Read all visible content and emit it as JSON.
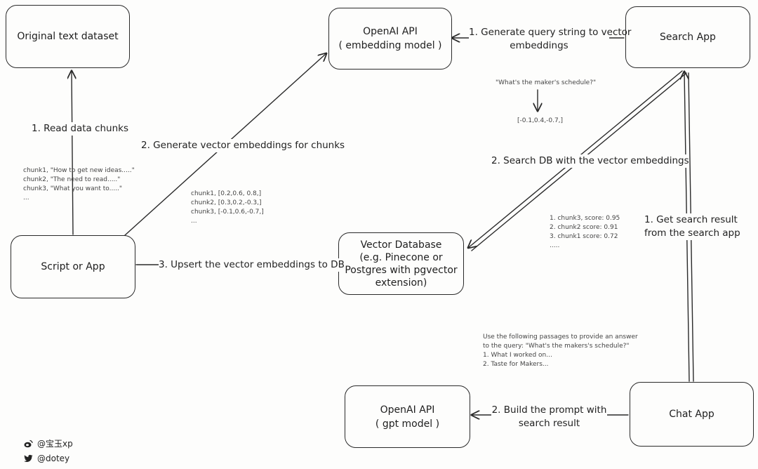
{
  "nodes": {
    "original_text_dataset": "Original text dataset",
    "openai_embedding": [
      "OpenAI API",
      "( embedding model )"
    ],
    "search_app": "Search App",
    "script_or_app": "Script or App",
    "vector_database": [
      "Vector Database",
      "(e.g. Pinecone or",
      "Postgres with pgvector",
      "extension)"
    ],
    "openai_gpt": [
      "OpenAI API",
      "( gpt model )"
    ],
    "chat_app": "Chat App"
  },
  "edges": {
    "read_chunks": "1. Read data chunks",
    "generate_chunk_embeddings": "2. Generate vector embeddings for chunks",
    "upsert_embeddings": "3. Upsert the vector embeddings  to DB",
    "query_to_embeddings": [
      "1. Generate query string to vector",
      "embeddings"
    ],
    "search_db": "2. Search DB with the vector embeddings",
    "get_search_result": [
      "1. Get search result",
      "from the search app"
    ],
    "build_prompt": [
      "2. Build the prompt with",
      "search result"
    ]
  },
  "notes": {
    "chunks_text": [
      "chunk1, \"How to get new ideas.....\"",
      "chunk2, \"The need to read.....\"",
      "chunk3, \"What you want to.....\"",
      "..."
    ],
    "chunks_vectors": [
      "chunk1, [0.2,0.6, 0.8,]",
      "chunk2, [0.3,0.2,-0.3,]",
      "chunk3, [-0.1,0.6,-0.7,]",
      "..."
    ],
    "query_text": "\"What's the maker's schedule?\"",
    "query_vector": "[-0.1,0.4,-0.7,]",
    "scores": [
      "1. chunk3, score: 0.95",
      "2. chunk2 score: 0.91",
      "3. chunk1 score: 0.72",
      "....."
    ],
    "prompt": [
      "Use the following passages to provide an answer",
      "to the query: \"What's the makers's schedule?\"",
      "1. What I worked on...",
      "2. Taste for Makers..."
    ]
  },
  "credits": {
    "weibo": "@宝玉xp",
    "twitter": "@dotey"
  },
  "icons": {
    "weibo": "weibo-icon",
    "twitter": "twitter-icon"
  }
}
